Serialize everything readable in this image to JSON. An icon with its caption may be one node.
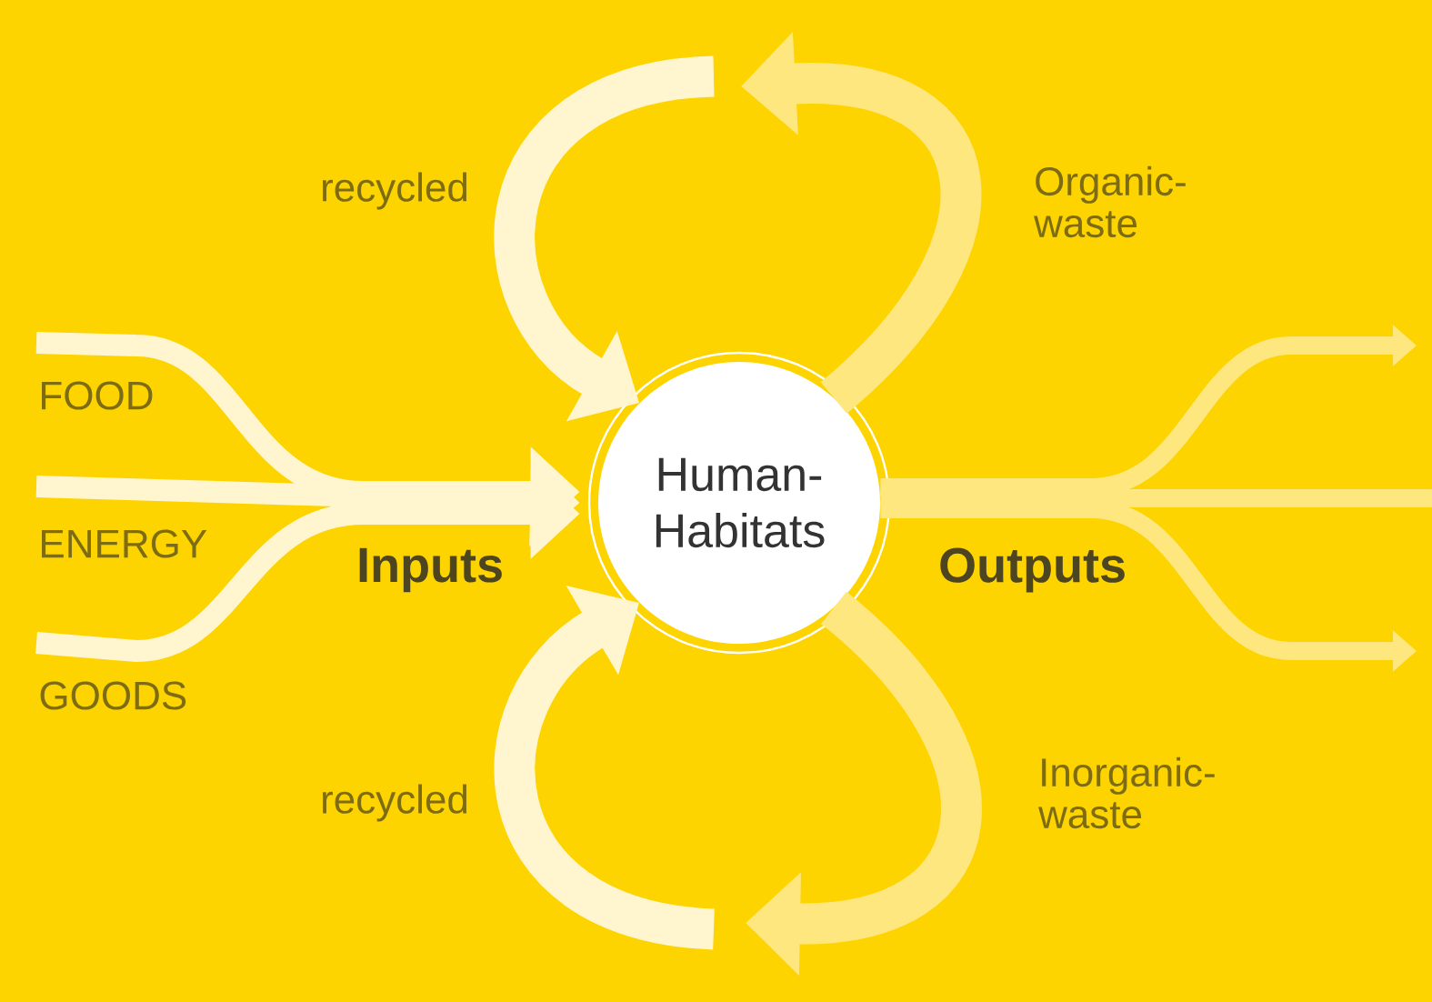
{
  "diagram": {
    "nodes": [
      {
        "text": [
          "Human- Habitats"
        ]
      },
      {
        "text": [
          "FOOD"
        ]
      },
      {
        "text": [
          "ENERGY"
        ]
      },
      {
        "text": [
          "GOODS"
        ]
      }
    ],
    "edges": [
      {
        "from": 1,
        "to": 0,
        "arrow": "to"
      },
      {
        "from": 2,
        "to": 0,
        "arrow": "to"
      },
      {
        "from": 3,
        "to": 0,
        "arrow": "to"
      },
      {
        "from": 0,
        "to": null,
        "arrow": "to",
        "color": "#fee77e"
      },
      {
        "from": 0,
        "to": null,
        "arrow": "none",
        "color": "#fee77e"
      },
      {
        "from": 0,
        "to": null,
        "arrow": "to",
        "color": "#fee77e"
      },
      {
        "from": null,
        "to": 0,
        "arrow": "to",
        "style": "thick"
      },
      {
        "from": 0,
        "to": null,
        "arrow": "to",
        "color": "#fee77e",
        "style": "thick"
      },
      {
        "from": null,
        "to": 0,
        "arrow": "to",
        "style": "thick"
      },
      {
        "from": 0,
        "to": null,
        "arrow": "to",
        "color": "#fee77e",
        "style": "thick"
      }
    ],
    "labels": [
      "recycled",
      "Organic- waste",
      "Inputs",
      "Outputs",
      "recycled",
      "Inorganic- waste"
    ]
  }
}
